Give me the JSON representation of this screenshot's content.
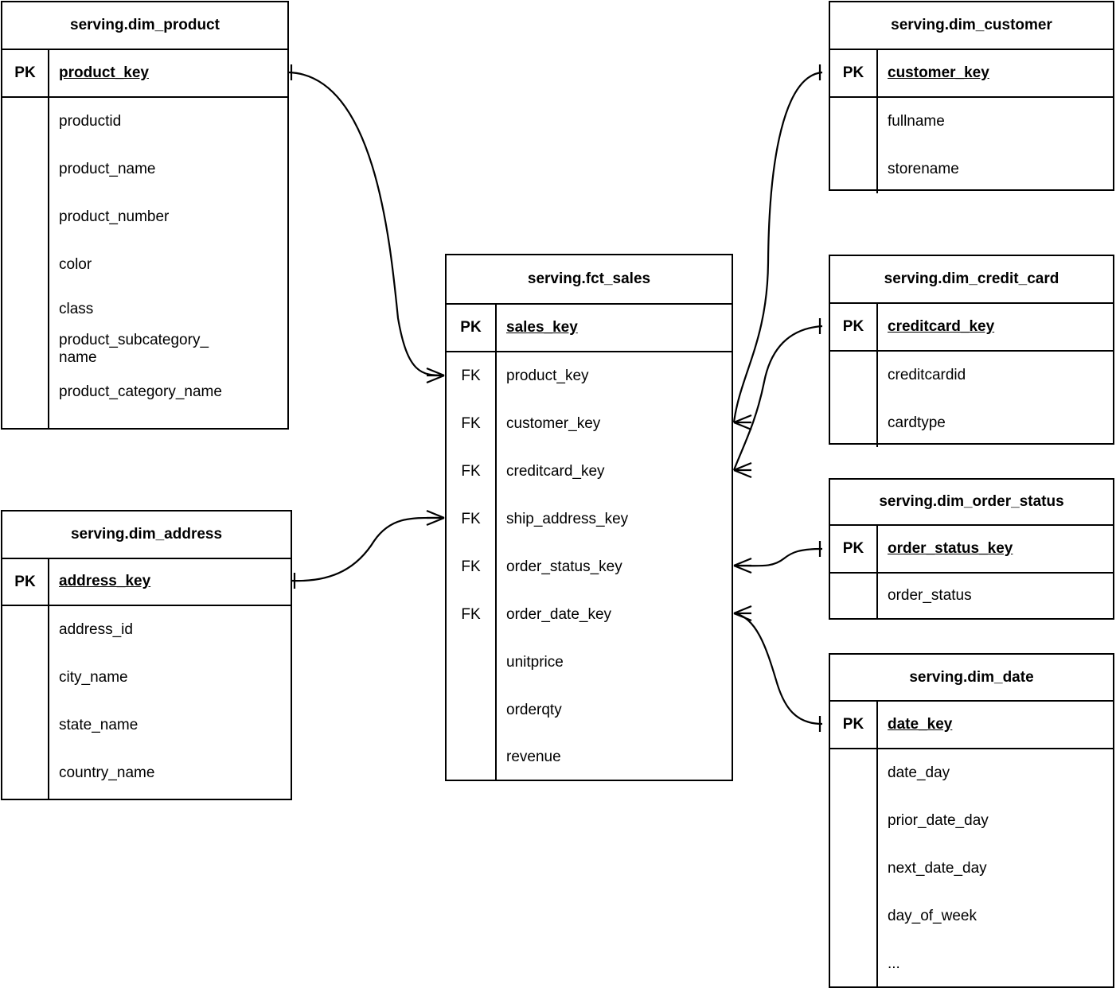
{
  "diagram": {
    "title": "serving layer star schema",
    "notation": "crow's foot",
    "line_color": "#000000",
    "background_color": "#ffffff"
  },
  "entities": {
    "dim_product": {
      "name": "serving.dim_product",
      "pk_label": "PK",
      "pk_column": "product_key",
      "attributes": [
        "productid",
        "product_name",
        "product_number",
        "color",
        "class",
        "product_subcategory_\nname",
        "product_category_name"
      ]
    },
    "dim_address": {
      "name": "serving.dim_address",
      "pk_label": "PK",
      "pk_column": "address_key",
      "attributes": [
        "address_id",
        "city_name",
        "state_name",
        "country_name"
      ]
    },
    "fct_sales": {
      "name": "serving.fct_sales",
      "pk_label": "PK",
      "pk_column": "sales_key",
      "fk_label": "FK",
      "foreign_keys": [
        "product_key",
        "customer_key",
        "creditcard_key",
        "ship_address_key",
        "order_status_key",
        "order_date_key"
      ],
      "measures": [
        "unitprice",
        "orderqty",
        "revenue"
      ]
    },
    "dim_customer": {
      "name": "serving.dim_customer",
      "pk_label": "PK",
      "pk_column": "customer_key",
      "attributes": [
        "fullname",
        "storename"
      ]
    },
    "dim_credit_card": {
      "name": "serving.dim_credit_card",
      "pk_label": "PK",
      "pk_column": "creditcard_key",
      "attributes": [
        "creditcardid",
        "cardtype"
      ]
    },
    "dim_order_status": {
      "name": "serving.dim_order_status",
      "pk_label": "PK",
      "pk_column": "order_status_key",
      "attributes": [
        "order_status"
      ]
    },
    "dim_date": {
      "name": "serving.dim_date",
      "pk_label": "PK",
      "pk_column": "date_key",
      "attributes": [
        "date_day",
        "prior_date_day",
        "next_date_day",
        "day_of_week",
        "..."
      ]
    }
  },
  "relationships": [
    {
      "from": "dim_product",
      "from_column": "product_key",
      "to": "fct_sales",
      "to_column": "product_key",
      "from_cardinality": "one",
      "to_cardinality": "many"
    },
    {
      "from": "dim_address",
      "from_column": "address_key",
      "to": "fct_sales",
      "to_column": "ship_address_key",
      "from_cardinality": "one",
      "to_cardinality": "many"
    },
    {
      "from": "dim_customer",
      "from_column": "customer_key",
      "to": "fct_sales",
      "to_column": "customer_key",
      "from_cardinality": "one",
      "to_cardinality": "many"
    },
    {
      "from": "dim_credit_card",
      "from_column": "creditcard_key",
      "to": "fct_sales",
      "to_column": "creditcard_key",
      "from_cardinality": "one",
      "to_cardinality": "many"
    },
    {
      "from": "dim_order_status",
      "from_column": "order_status_key",
      "to": "fct_sales",
      "to_column": "order_status_key",
      "from_cardinality": "one",
      "to_cardinality": "many"
    },
    {
      "from": "dim_date",
      "from_column": "date_key",
      "to": "fct_sales",
      "to_column": "order_date_key",
      "from_cardinality": "one",
      "to_cardinality": "many"
    }
  ]
}
